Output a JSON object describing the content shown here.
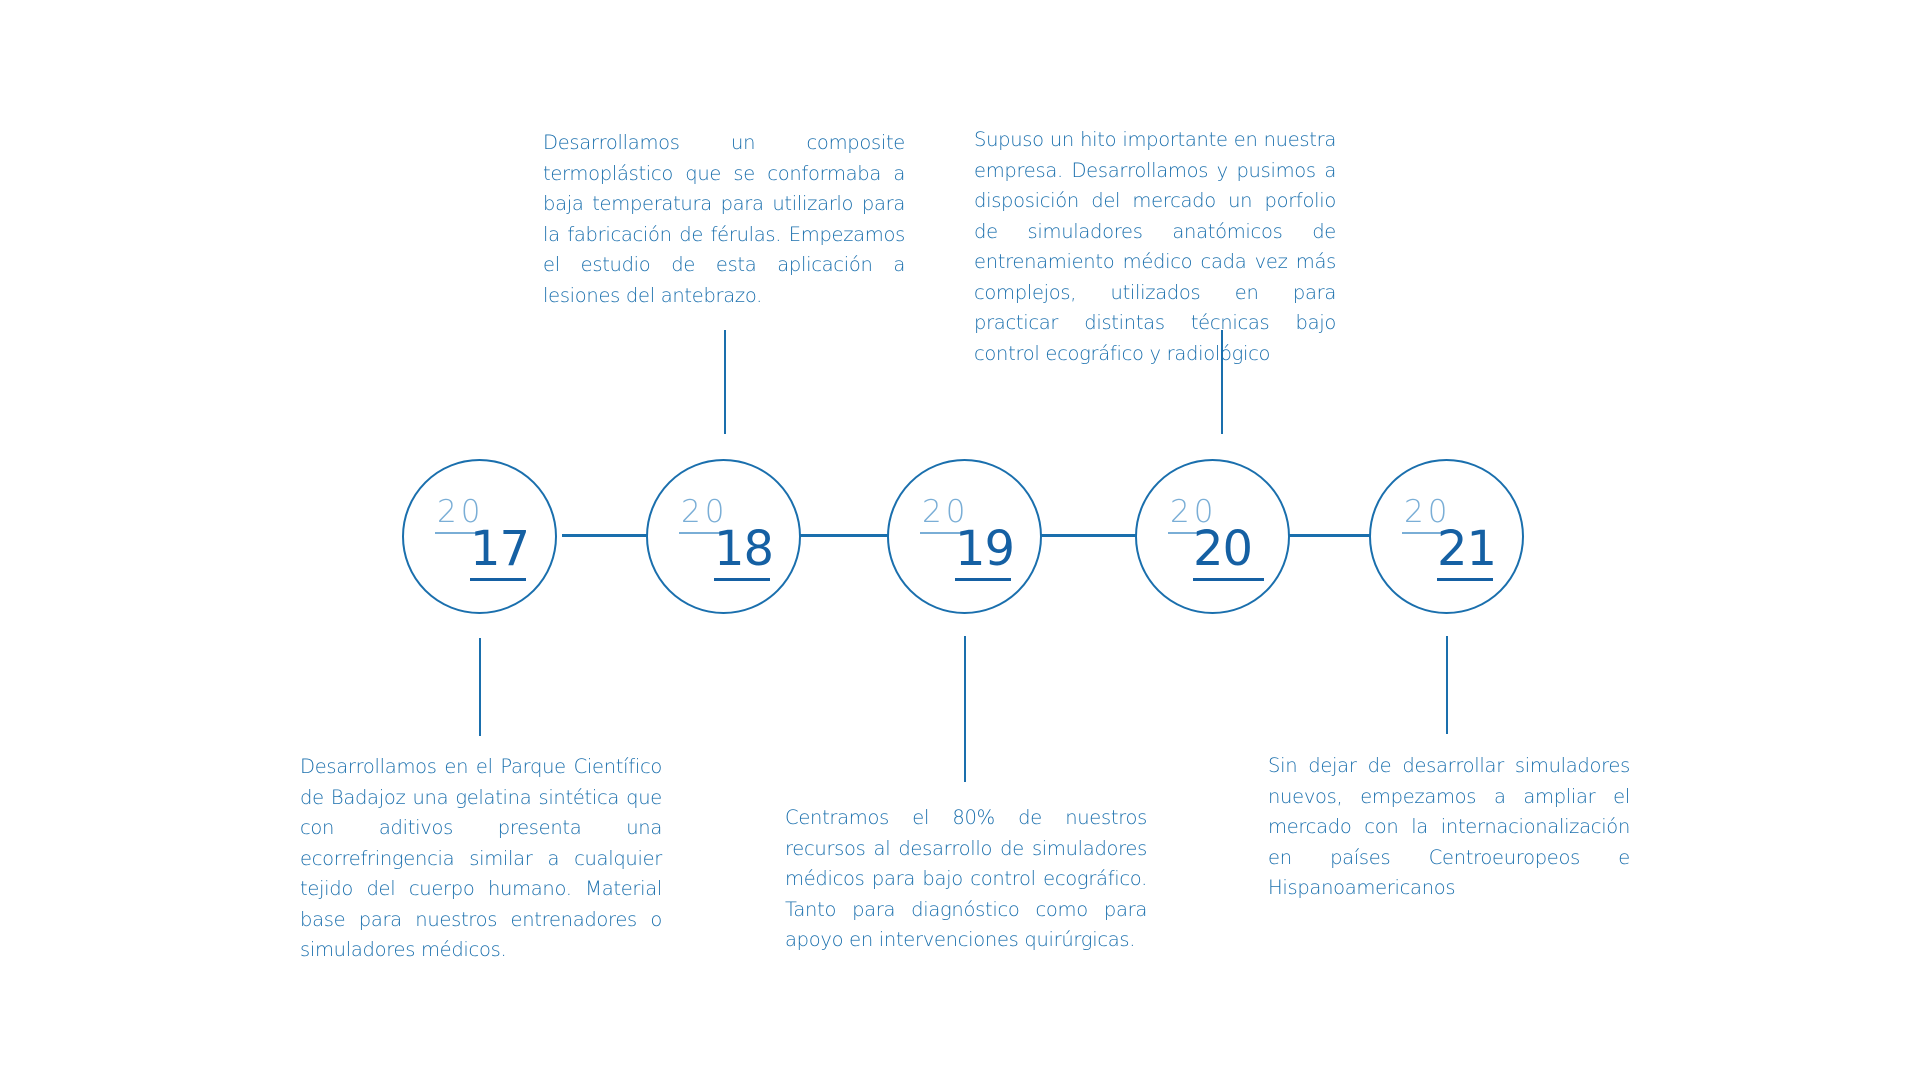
{
  "colors": {
    "primary": "#1a6fad",
    "year_light": "#7aaed6",
    "year_dark": "#1560a3",
    "background": "#ffffff"
  },
  "milestones": [
    {
      "prefix": "20",
      "suffix": "17",
      "text": "Desarrollamos en el Parque Científico de Badajoz una gelatina sintética que con aditivos presenta una ecorrefringencia similar a cualquier tejido del cuerpo humano. Material base para nuestros entrenadores o simuladores médicos."
    },
    {
      "prefix": "20",
      "suffix": "18",
      "text": "Desarrollamos un composite termoplástico que se conformaba a baja temperatura para utilizarlo para la fabricación de férulas. Empezamos el estudio de esta aplicación a lesiones del antebrazo."
    },
    {
      "prefix": "20",
      "suffix": "19",
      "text": "Centramos el 80% de nuestros recursos al desarrollo de simuladores médicos para bajo control ecográfico. Tanto para diagnóstico como para apoyo en intervenciones quirúrgicas."
    },
    {
      "prefix": "20",
      "suffix": "20",
      "text": "Supuso un hito importante en nuestra empresa. Desarrollamos y pusimos a disposición del mercado un porfolio de simuladores anatómicos de entrenamiento médico cada vez más complejos, utilizados en para practicar distintas técnicas bajo control ecográfico y radiológico"
    },
    {
      "prefix": "20",
      "suffix": "21",
      "text": "Sin dejar de desarrollar simuladores nuevos, empezamos a ampliar el mercado con la internacionalización en países Centroeuropeos e Hispanoamericanos"
    }
  ]
}
